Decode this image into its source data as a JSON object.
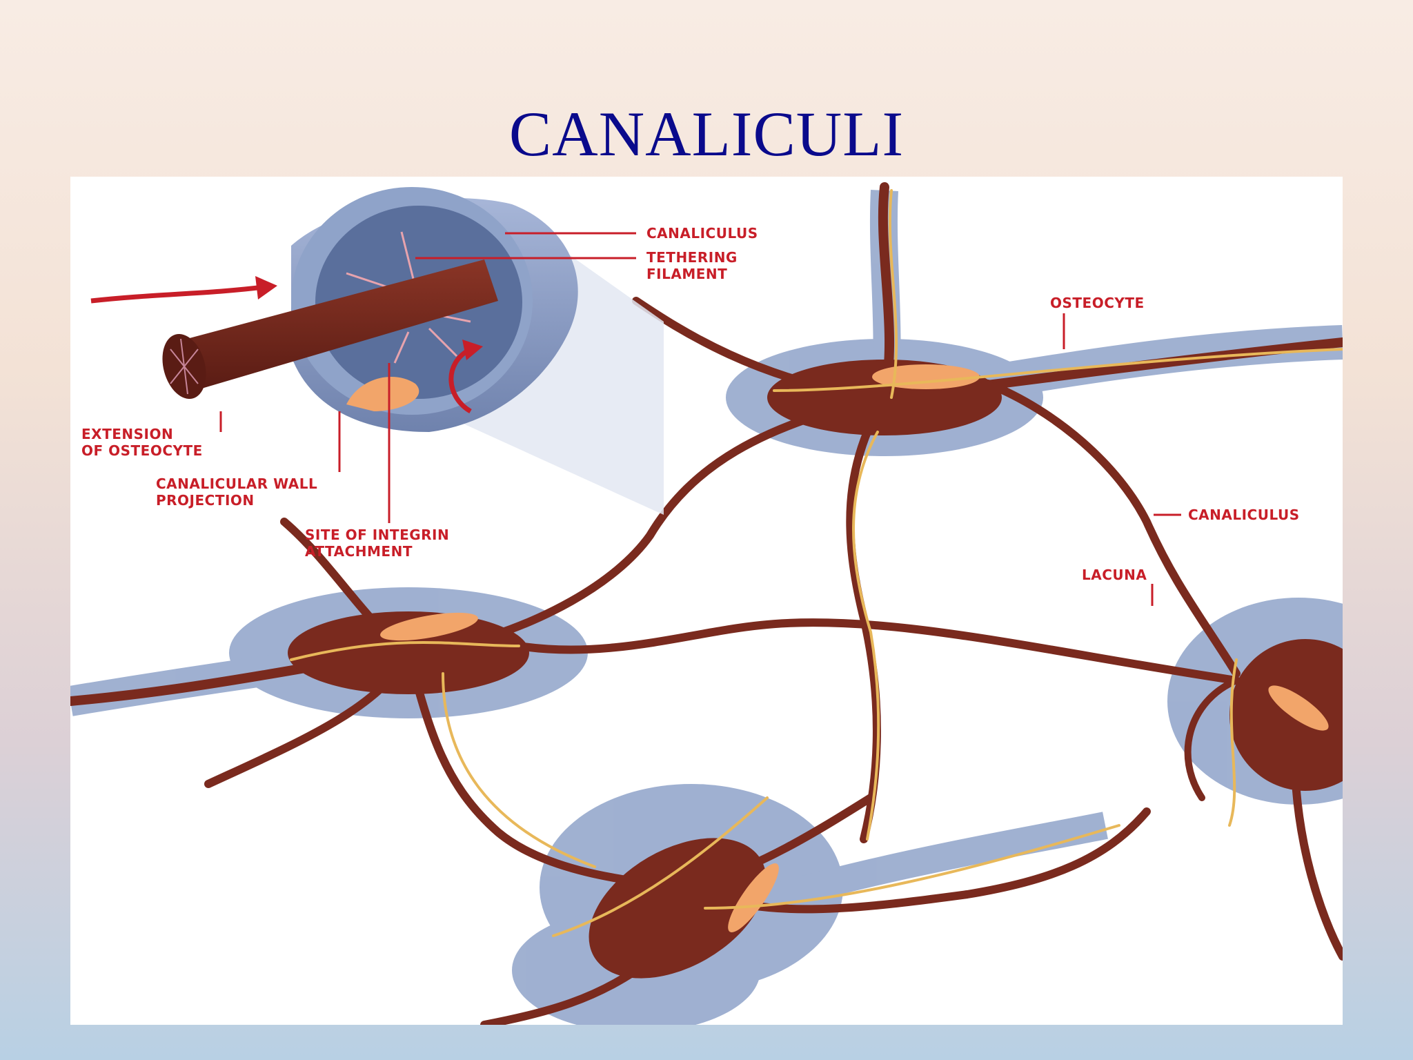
{
  "slide": {
    "title": "CANALICULI"
  },
  "diagram": {
    "labels": {
      "canaliculus_top": "CANALICULUS",
      "tethering_line1": "TETHERING",
      "tethering_line2": "FILAMENT",
      "osteocyte": "OSTEOCYTE",
      "extension_line1": "EXTENSION",
      "extension_line2": "OF OSTEOCYTE",
      "wall_line1": "CANALICULAR WALL",
      "wall_line2": "PROJECTION",
      "integrin_line1": "SITE OF INTEGRIN",
      "integrin_line2": "ATTACHMENT",
      "canaliculus_right": "CANALICULUS",
      "lacuna": "LACUNA"
    },
    "colors": {
      "title": "#0a0a8c",
      "label": "#c81e28",
      "cell": "#7a2a1e",
      "lacuna": "#8fa3c9",
      "nucleus": "#f2a56a",
      "canal_line": "#e8b85a"
    }
  }
}
